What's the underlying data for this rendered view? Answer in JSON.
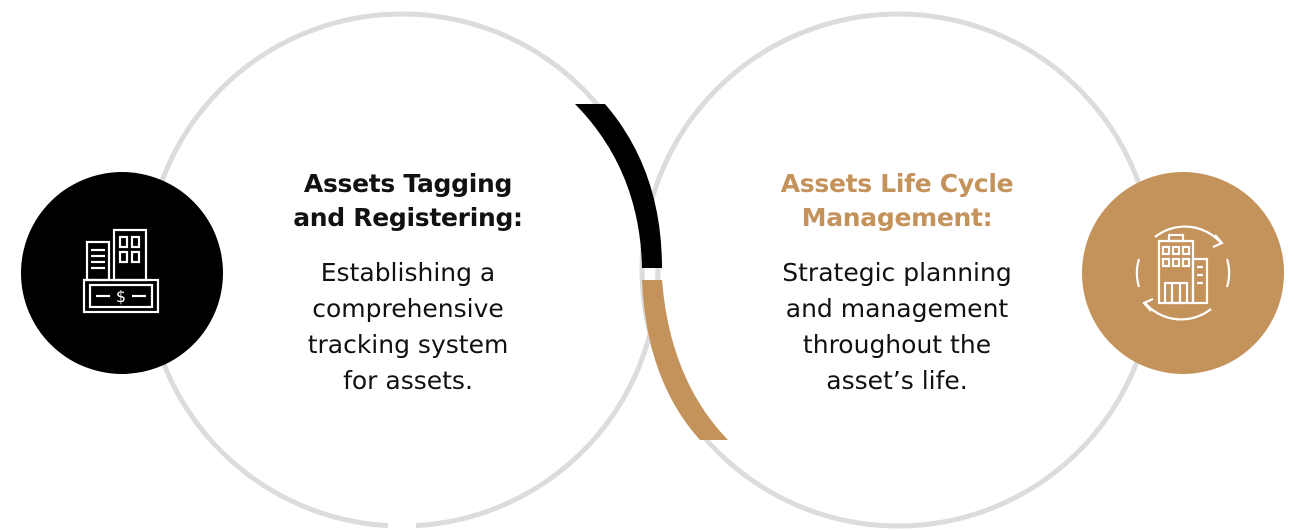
{
  "colors": {
    "ring": "#dcdcdc",
    "dark": "#000000",
    "accent": "#c4925b",
    "heading_left": "#111111",
    "heading_right": "#c4925b"
  },
  "items": [
    {
      "heading_line1": "Assets Tagging",
      "heading_line2": "and Registering:",
      "desc_lines": [
        "Establishing a",
        "comprehensive",
        "tracking system",
        "for assets."
      ],
      "icon": "buildings-money-icon"
    },
    {
      "heading_line1": "Assets Life Cycle",
      "heading_line2": "Management:",
      "desc_lines": [
        "Strategic planning",
        "and management",
        "throughout the",
        "asset’s life."
      ],
      "icon": "building-cycle-icon"
    }
  ]
}
